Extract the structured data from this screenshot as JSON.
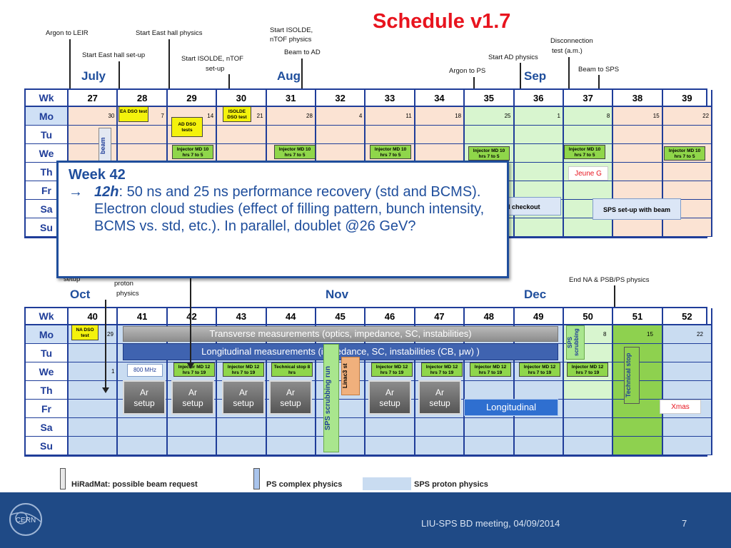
{
  "title": "Schedule v1.7",
  "annotations_top": {
    "argon_leir": "Argon to LEIR",
    "start_east_hall_physics": "Start East hall physics",
    "start_east_hall_setup": "Start East hall set-up",
    "start_isolde_ntof": "Start ISOLDE, nTOF",
    "setup": "set-up",
    "start_isolde_ntof_physics_1": "Start ISOLDE,",
    "start_isolde_ntof_physics_2": "nTOF physics",
    "beam_to_ad": "Beam to AD",
    "start_ad_physics": "Start AD physics",
    "argon_to_ps": "Argon to PS",
    "disconnection_1": "Disconnection",
    "disconnection_2": "test (a.m.)",
    "beam_to_sps": "Beam to SPS"
  },
  "months_top": {
    "july": "July",
    "aug": "Aug",
    "sep": "Sep"
  },
  "months_bottom": {
    "oct": "Oct",
    "nov": "Nov",
    "dec": "Dec"
  },
  "annotations_bottom": {
    "setup": "setup",
    "proton_1": "proton",
    "proton_2": "physics",
    "end_na": "End NA & PSB/PS physics"
  },
  "grid_top": {
    "wk_label": "Wk",
    "weeks": [
      "27",
      "28",
      "29",
      "30",
      "31",
      "32",
      "33",
      "34",
      "35",
      "36",
      "37",
      "38",
      "39"
    ],
    "days": [
      "Mo",
      "Tu",
      "We",
      "Th",
      "Fr",
      "Sa",
      "Su"
    ],
    "mo_dates": [
      "30",
      "7",
      "14",
      "21",
      "28",
      "4",
      "11",
      "18",
      "25",
      "1",
      "8",
      "15",
      "22"
    ],
    "ea_tag": "EA DSO test",
    "ad_tag": "AD DSO tests",
    "isolde_tag": "ISOLDE DSO test",
    "injector_md": "Injector MD 10 hrs 7 to 5",
    "beam_label": "beam",
    "jeune_g": "Jeune G",
    "hw_checkout": "d checkout",
    "sps_setup": "SPS set-up with beam"
  },
  "grid_bottom": {
    "wk_label": "Wk",
    "weeks": [
      "40",
      "41",
      "42",
      "43",
      "44",
      "45",
      "46",
      "47",
      "48",
      "49",
      "50",
      "51",
      "52"
    ],
    "days": [
      "Mo",
      "Tu",
      "We",
      "Th",
      "Fr",
      "Sa",
      "Su"
    ],
    "na_tag": "NA DSO test",
    "mo_29": "29",
    "mo_8": "8",
    "mo_15": "15",
    "mo_22": "22",
    "we_1": "1",
    "mhz_label": "800 MHz",
    "injector_md_12": "Injector MD 12 hrs 7 to 19",
    "technical_stop_8": "Technical stop 8 hrs",
    "sps_scrubbing_run": "SPS scrubbing run",
    "sps_scrubbing": "SPS scrubbing",
    "linac3": "Linac3 st",
    "technical_stop": "Technical stop",
    "xmas": "Xmas",
    "transverse": "Transverse measurements (optics, impedance, SC, instabilities)",
    "longitudinal_bar": "Longitudinal measurements (impedance, SC, instabilities (CB, μw) )",
    "ar_setup_1": "Ar",
    "ar_setup_2": "setup",
    "longitudinal_box": "Longitudinal"
  },
  "overlay": {
    "week": "Week 42",
    "arrow": "→",
    "time": "12h",
    "text": ": 50 ns and 25 ns performance recovery (std and BCMS). Electron cloud studies (effect of filling pattern, bunch intensity, BCMS vs. std, etc.). In parallel, doublet @26 GeV?"
  },
  "legend": {
    "hiradmat": "HiRadMat: possible beam request",
    "ps_complex": "PS complex physics",
    "sps_proton": "SPS proton physics"
  },
  "footer": {
    "meeting": "LIU-SPS BD  meeting, 04/09/2014",
    "page": "7",
    "logo_text": "CERN"
  },
  "colors": {
    "title": "#e8141e",
    "grid_border": "#1f3d99",
    "footer_bg": "#1f4a86"
  }
}
